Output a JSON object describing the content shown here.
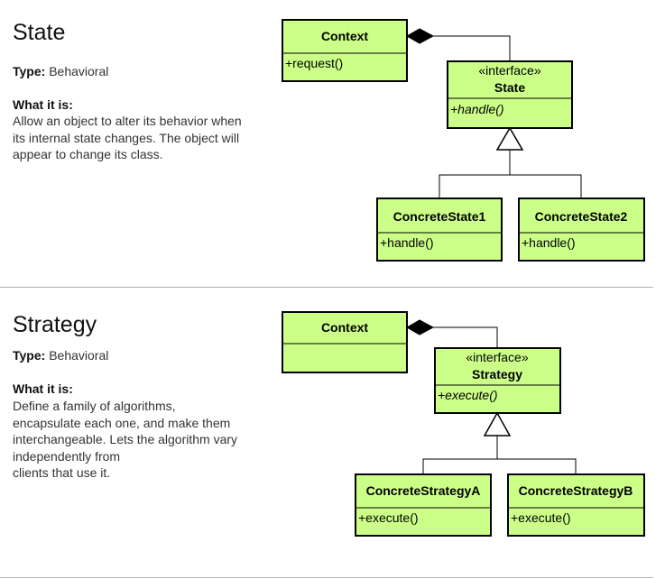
{
  "colors": {
    "class_fill": "#ccff88",
    "stroke": "#000000",
    "divider": "#b0b0b0"
  },
  "sections": [
    {
      "title": "State",
      "type_label": "Type:",
      "type_value": " Behavioral",
      "what_label": "What it is:",
      "description_lines": [
        "Allow an object to alter its behavior when",
        "its internal state changes. The object will",
        "appear to change its class."
      ],
      "diagram": {
        "context": {
          "name": "Context",
          "op": "+request()"
        },
        "interface": {
          "stereotype": "«interface»",
          "name": "State",
          "op": "+handle()"
        },
        "concrete_a": {
          "name": "ConcreteState1",
          "op": "+handle()"
        },
        "concrete_b": {
          "name": "ConcreteState2",
          "op": "+handle()"
        }
      }
    },
    {
      "title": "Strategy",
      "type_label": "Type:",
      "type_value": " Behavioral",
      "what_label": "What it is:",
      "description_lines": [
        "Define a family of algorithms,",
        "encapsulate each one, and make them",
        "interchangeable. Lets the algorithm vary",
        "independently from",
        "clients that use it."
      ],
      "diagram": {
        "context": {
          "name": "Context",
          "op": ""
        },
        "interface": {
          "stereotype": "«interface»",
          "name": "Strategy",
          "op": "+execute()"
        },
        "concrete_a": {
          "name": "ConcreteStrategyA",
          "op": "+execute()"
        },
        "concrete_b": {
          "name": "ConcreteStrategyB",
          "op": "+execute()"
        }
      }
    }
  ]
}
